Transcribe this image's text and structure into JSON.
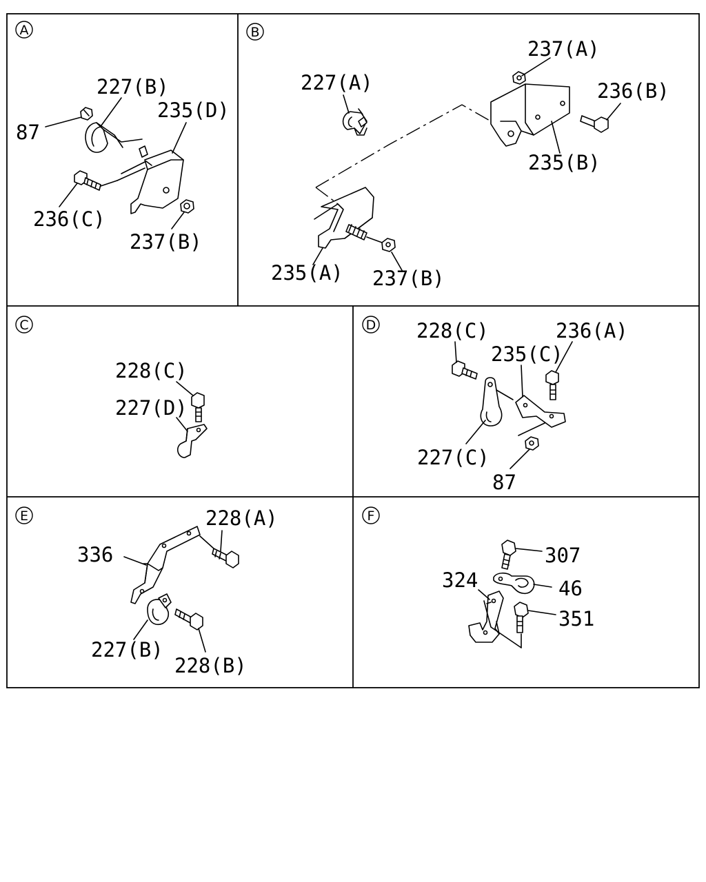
{
  "panels": {
    "A": {
      "letter": "A",
      "labels": {
        "l87": "87",
        "l227b": "227(B)",
        "l235d": "235(D)",
        "l236c": "236(C)",
        "l237b": "237(B)"
      }
    },
    "B": {
      "letter": "B",
      "labels": {
        "l227a": "227(A)",
        "l237a": "237(A)",
        "l236b": "236(B)",
        "l235b": "235(B)",
        "l235a": "235(A)",
        "l237b": "237(B)"
      }
    },
    "C": {
      "letter": "C",
      "labels": {
        "l228c": "228(C)",
        "l227d": "227(D)"
      }
    },
    "D": {
      "letter": "D",
      "labels": {
        "l228c": "228(C)",
        "l236a": "236(A)",
        "l235c": "235(C)",
        "l227c": "227(C)",
        "l87": "87"
      }
    },
    "E": {
      "letter": "E",
      "labels": {
        "l228a": "228(A)",
        "l336": "336",
        "l227b": "227(B)",
        "l228b": "228(B)"
      }
    },
    "F": {
      "letter": "F",
      "labels": {
        "l307": "307",
        "l324": "324",
        "l46": "46",
        "l351": "351"
      }
    }
  }
}
